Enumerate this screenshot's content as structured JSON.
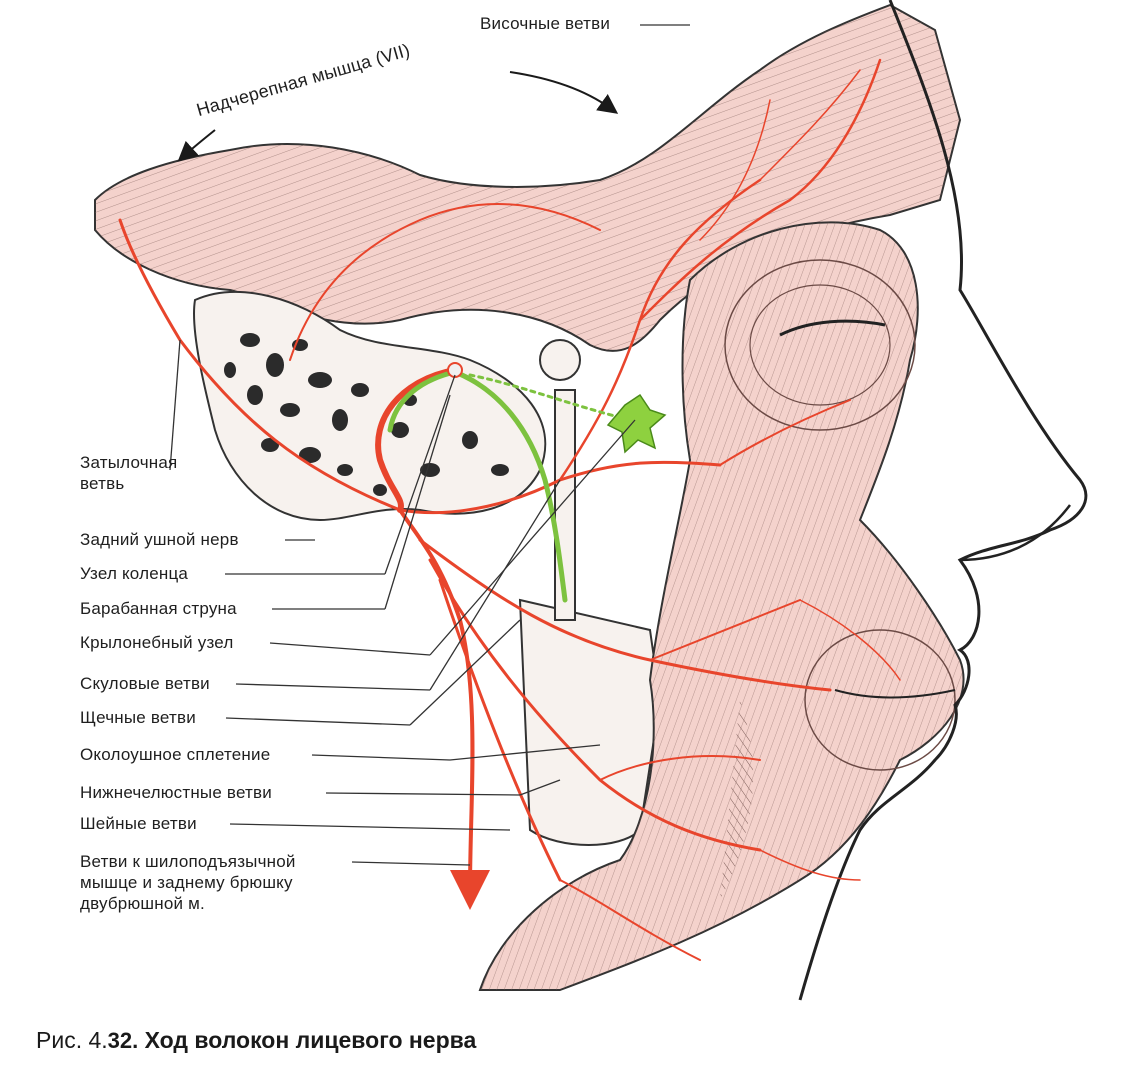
{
  "figure": {
    "labels": {
      "temporal_branches": "Височные ветви",
      "epicranial_muscle": "Надчерепная мышца (VII)",
      "occipital_branch": "Затылочная ветвь",
      "posterior_auricular_nerve": "Задний ушной нерв",
      "geniculate_ganglion": "Узел коленца",
      "chorda_tympani": "Барабанная струна",
      "pterygopalatine_ganglion": "Крылонебный узел",
      "zygomatic_branches": "Скуловые ветви",
      "buccal_branches": "Щечные ветви",
      "parotid_plexus": "Околоушное сплетение",
      "mandibular_branches": "Нижнечелюстные ветви",
      "cervical_branches": "Шейные ветви",
      "stylohyoid_branches": "Ветви к шилоподъязычной мышце и заднему брюшку двубрюшной м."
    },
    "colors": {
      "nerve": "#e8452c",
      "parasympathetic": "#7dc23f",
      "muscle": "#f4d2cc",
      "bone": "#f7f2ee",
      "outline": "#333333"
    }
  },
  "caption": {
    "prefix": "Рис. 4.",
    "number": "32.",
    "title": "Ход волокон лицевого нерва"
  }
}
